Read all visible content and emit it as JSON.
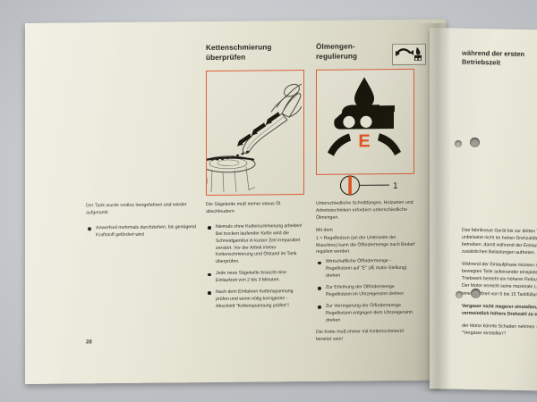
{
  "document": {
    "page_number": "28",
    "type": "chainsaw-operating-manual-spread"
  },
  "left_page": {
    "col1": {
      "intro": "Der Tank wurde restlos leergefahren und wieder aufgetankt",
      "bullets": [
        "Anwerfseil mehrmals durchziehen, bis genügend Kraftstoff gefördert wird"
      ]
    },
    "col2": {
      "heading_line1": "Kettenschmierung",
      "heading_line2": "überprüfen",
      "figure_name": "chainsaw-bar-over-stump-oil-spray",
      "intro": "Die Sägekette muß immer etwas Öl abschleudern",
      "bullets": [
        "Niemals ohne Kettenschmierung arbeiten! Bei trocken laufender Kette wird die Schneidgarnitur in kurzer Zeit irreparabel zerstört. Vor der Arbeit immer Kettenschmierung und Ölstand im Tank überprüfen.",
        "Jede neue Sägekette braucht eine Einlaufzeit von 2 bis 3 Minuten.",
        "Nach dem Einfahren Kettenspannung prüfen und wenn nötig korrigieren - Abschnitt \"Kettenspannung prüfen\"!"
      ]
    },
    "col3": {
      "heading_line1": "Ölmengen-",
      "heading_line2": "regulierung",
      "icon_box_name": "oil-adjust-symbol-icon",
      "figure_name": "oil-quantity-regulation-pictogram",
      "figure_letter": "E",
      "figure_callout": "1",
      "intro": "Unterschiedliche Schnittlängen, Holzarten und Arbeitstechniken erfordern unterschiedliche Ölmengen.",
      "mit_dem": "Mit dem",
      "numbered": [
        "1 = Regelbolzen (an der Unterseite der Maschine) kann die Ölfördermenge nach Bedarf reguliert werden."
      ],
      "bullets": [
        "Wirtschaftliche Ölfördermenge - Regelbolzen auf \"E\" (Æ matic-Stellung) drehen",
        "Zur Erhöhung der Ölfördermenge Regelbolzen im Uhrzeigersinn drehen",
        "Zur Verringerung der Ölfördermenge Regelbolzen entgegen dem Uhrzeigersinn drehen"
      ],
      "closing": "Die Kette muß immer mit Kettenschmieröl benetzt sein!"
    }
  },
  "right_page": {
    "heading_line1": "während der ersten",
    "heading_line2": "Betriebszeit",
    "paragraphs": [
      "Das fabrikneue Gerät bis zur dritten Tankfüllung unbelastet nicht im hohen Drehzahlbereich betreiben, damit während der Einlaufphase keine zusätzlichen Belastungen auftreten.",
      "Während der Einlaufphase müssen sich die bewegten Teile aufeinander einspielen - im Triebwerk besteht ein höherer Reibungswiderstand. Der Motor erreicht seine maximale Leistung nach einer Laufzeit von 5 bis 15 Tankfüllungen."
    ],
    "warning_bold": "Vergaser nicht magerer einstellen, um eine vermeintlich höhere Drehzahl zu erzielen -",
    "warning_rest": "der Motor könnte Schaden nehmen - Abschnitt \"Vergaser einstellen\"!"
  },
  "colors": {
    "frame_orange": "#e0603a",
    "accent_orange": "#e8521f",
    "paper": "#ebe9d9",
    "ink": "#2b2b25",
    "desk": "#c9ccd0"
  }
}
